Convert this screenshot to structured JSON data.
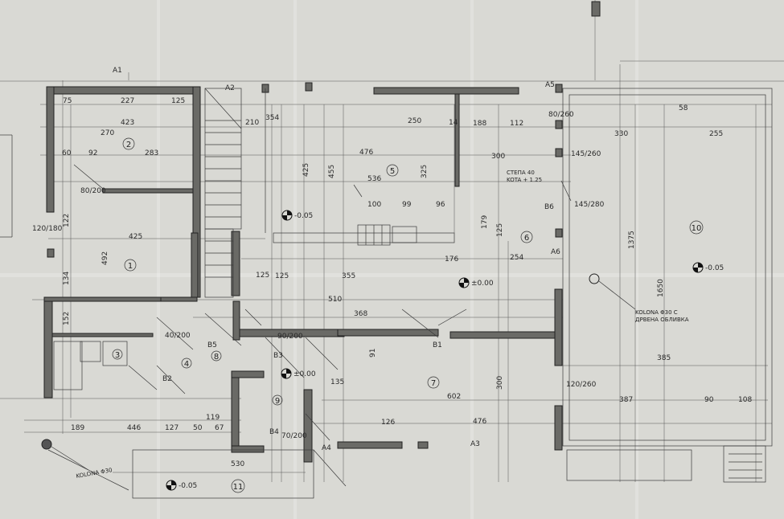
{
  "rooms": [
    "1",
    "2",
    "3",
    "4",
    "5",
    "6",
    "7",
    "8",
    "9",
    "10",
    "11"
  ],
  "elevations": {
    "e1": "-0.05",
    "e2": "±0.00",
    "e3": "±0.00",
    "e4": "-0.05",
    "e5": "-0.05"
  },
  "notes": {
    "column_right": "KOLONA Φ30 C",
    "column_right_2": "ДРВЕНА ОБЛИВКА",
    "column_left": "KOLONA Φ30",
    "stair_level": "СТЕПА 40",
    "stair_level_2": "KOTA + 1.25"
  },
  "dimensions": {
    "top_left": [
      "75",
      "227",
      "125",
      "423",
      "270",
      "60",
      "92",
      "283"
    ],
    "left_side": [
      "425",
      "122",
      "492",
      "134",
      "152"
    ],
    "center": [
      "354",
      "250",
      "14",
      "188",
      "112",
      "476",
      "300",
      "536",
      "325",
      "455",
      "425",
      "100",
      "99",
      "96",
      "179",
      "355",
      "510",
      "368",
      "125",
      "91",
      "176",
      "254"
    ],
    "right": [
      "330",
      "255",
      "58",
      "385",
      "387",
      "90",
      "108",
      "1375",
      "1650",
      "125",
      "125"
    ],
    "bottom": [
      "189",
      "446",
      "127",
      "50",
      "67",
      "530",
      "119",
      "602",
      "476",
      "300",
      "126",
      "135"
    ],
    "openings": [
      "80/260",
      "80/200",
      "145/260",
      "145/280",
      "120/260",
      "120/180",
      "70/200",
      "40/200",
      "90/200",
      "210"
    ]
  },
  "door_marks": [
    "B1",
    "B2",
    "B3",
    "B4",
    "B5",
    "B6"
  ],
  "window_marks": [
    "A1",
    "A2",
    "A3",
    "A4",
    "A5",
    "A6"
  ]
}
